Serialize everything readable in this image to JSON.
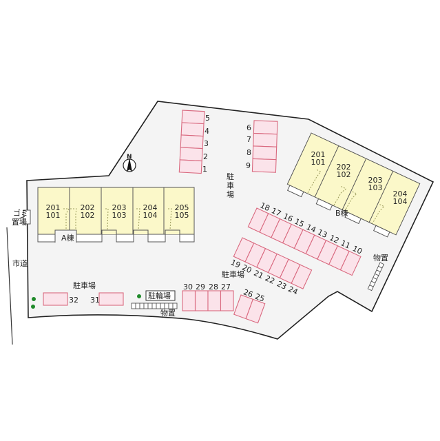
{
  "map": {
    "compass": {
      "label": "N",
      "icon": "north-arrow-icon"
    },
    "road_label": "市道",
    "garbage_label": "ゴミ置場",
    "garbage_lines": [
      "ゴミ",
      "置場"
    ],
    "parking_label": "駐車場",
    "parking_label_vertical": [
      "駐",
      "車",
      "場"
    ],
    "bicycle_parking_label": "駐輪場",
    "storage_label": "物置",
    "building_a": {
      "label": "A棟",
      "units": [
        {
          "upper": "201",
          "lower": "101"
        },
        {
          "upper": "202",
          "lower": "102"
        },
        {
          "upper": "203",
          "lower": "103"
        },
        {
          "upper": "204",
          "lower": "104"
        },
        {
          "upper": "205",
          "lower": "105"
        }
      ]
    },
    "building_b": {
      "label": "B棟",
      "units": [
        {
          "upper": "201",
          "lower": "101"
        },
        {
          "upper": "202",
          "lower": "102"
        },
        {
          "upper": "203",
          "lower": "103"
        },
        {
          "upper": "204",
          "lower": "104"
        }
      ]
    },
    "parking": {
      "col_1_5": [
        "5",
        "4",
        "3",
        "2",
        "1"
      ],
      "col_6_9": [
        "6",
        "7",
        "8",
        "9"
      ],
      "row_10_18": [
        "18",
        "17",
        "16",
        "15",
        "14",
        "13",
        "12",
        "11",
        "10"
      ],
      "row_19_24": [
        "19",
        "20",
        "21",
        "22",
        "23",
        "24"
      ],
      "row_25_26": [
        "26",
        "25"
      ],
      "row_27_30": [
        "30",
        "29",
        "28",
        "27"
      ],
      "slot_31": "31",
      "slot_32": "32"
    },
    "colors": {
      "site_fill": "#f4f4f4",
      "parking_fill": "#fbe3ea",
      "parking_stroke": "#d9697f",
      "building_fill": "#fbf8c9",
      "tree": "#1f8a2a"
    }
  }
}
